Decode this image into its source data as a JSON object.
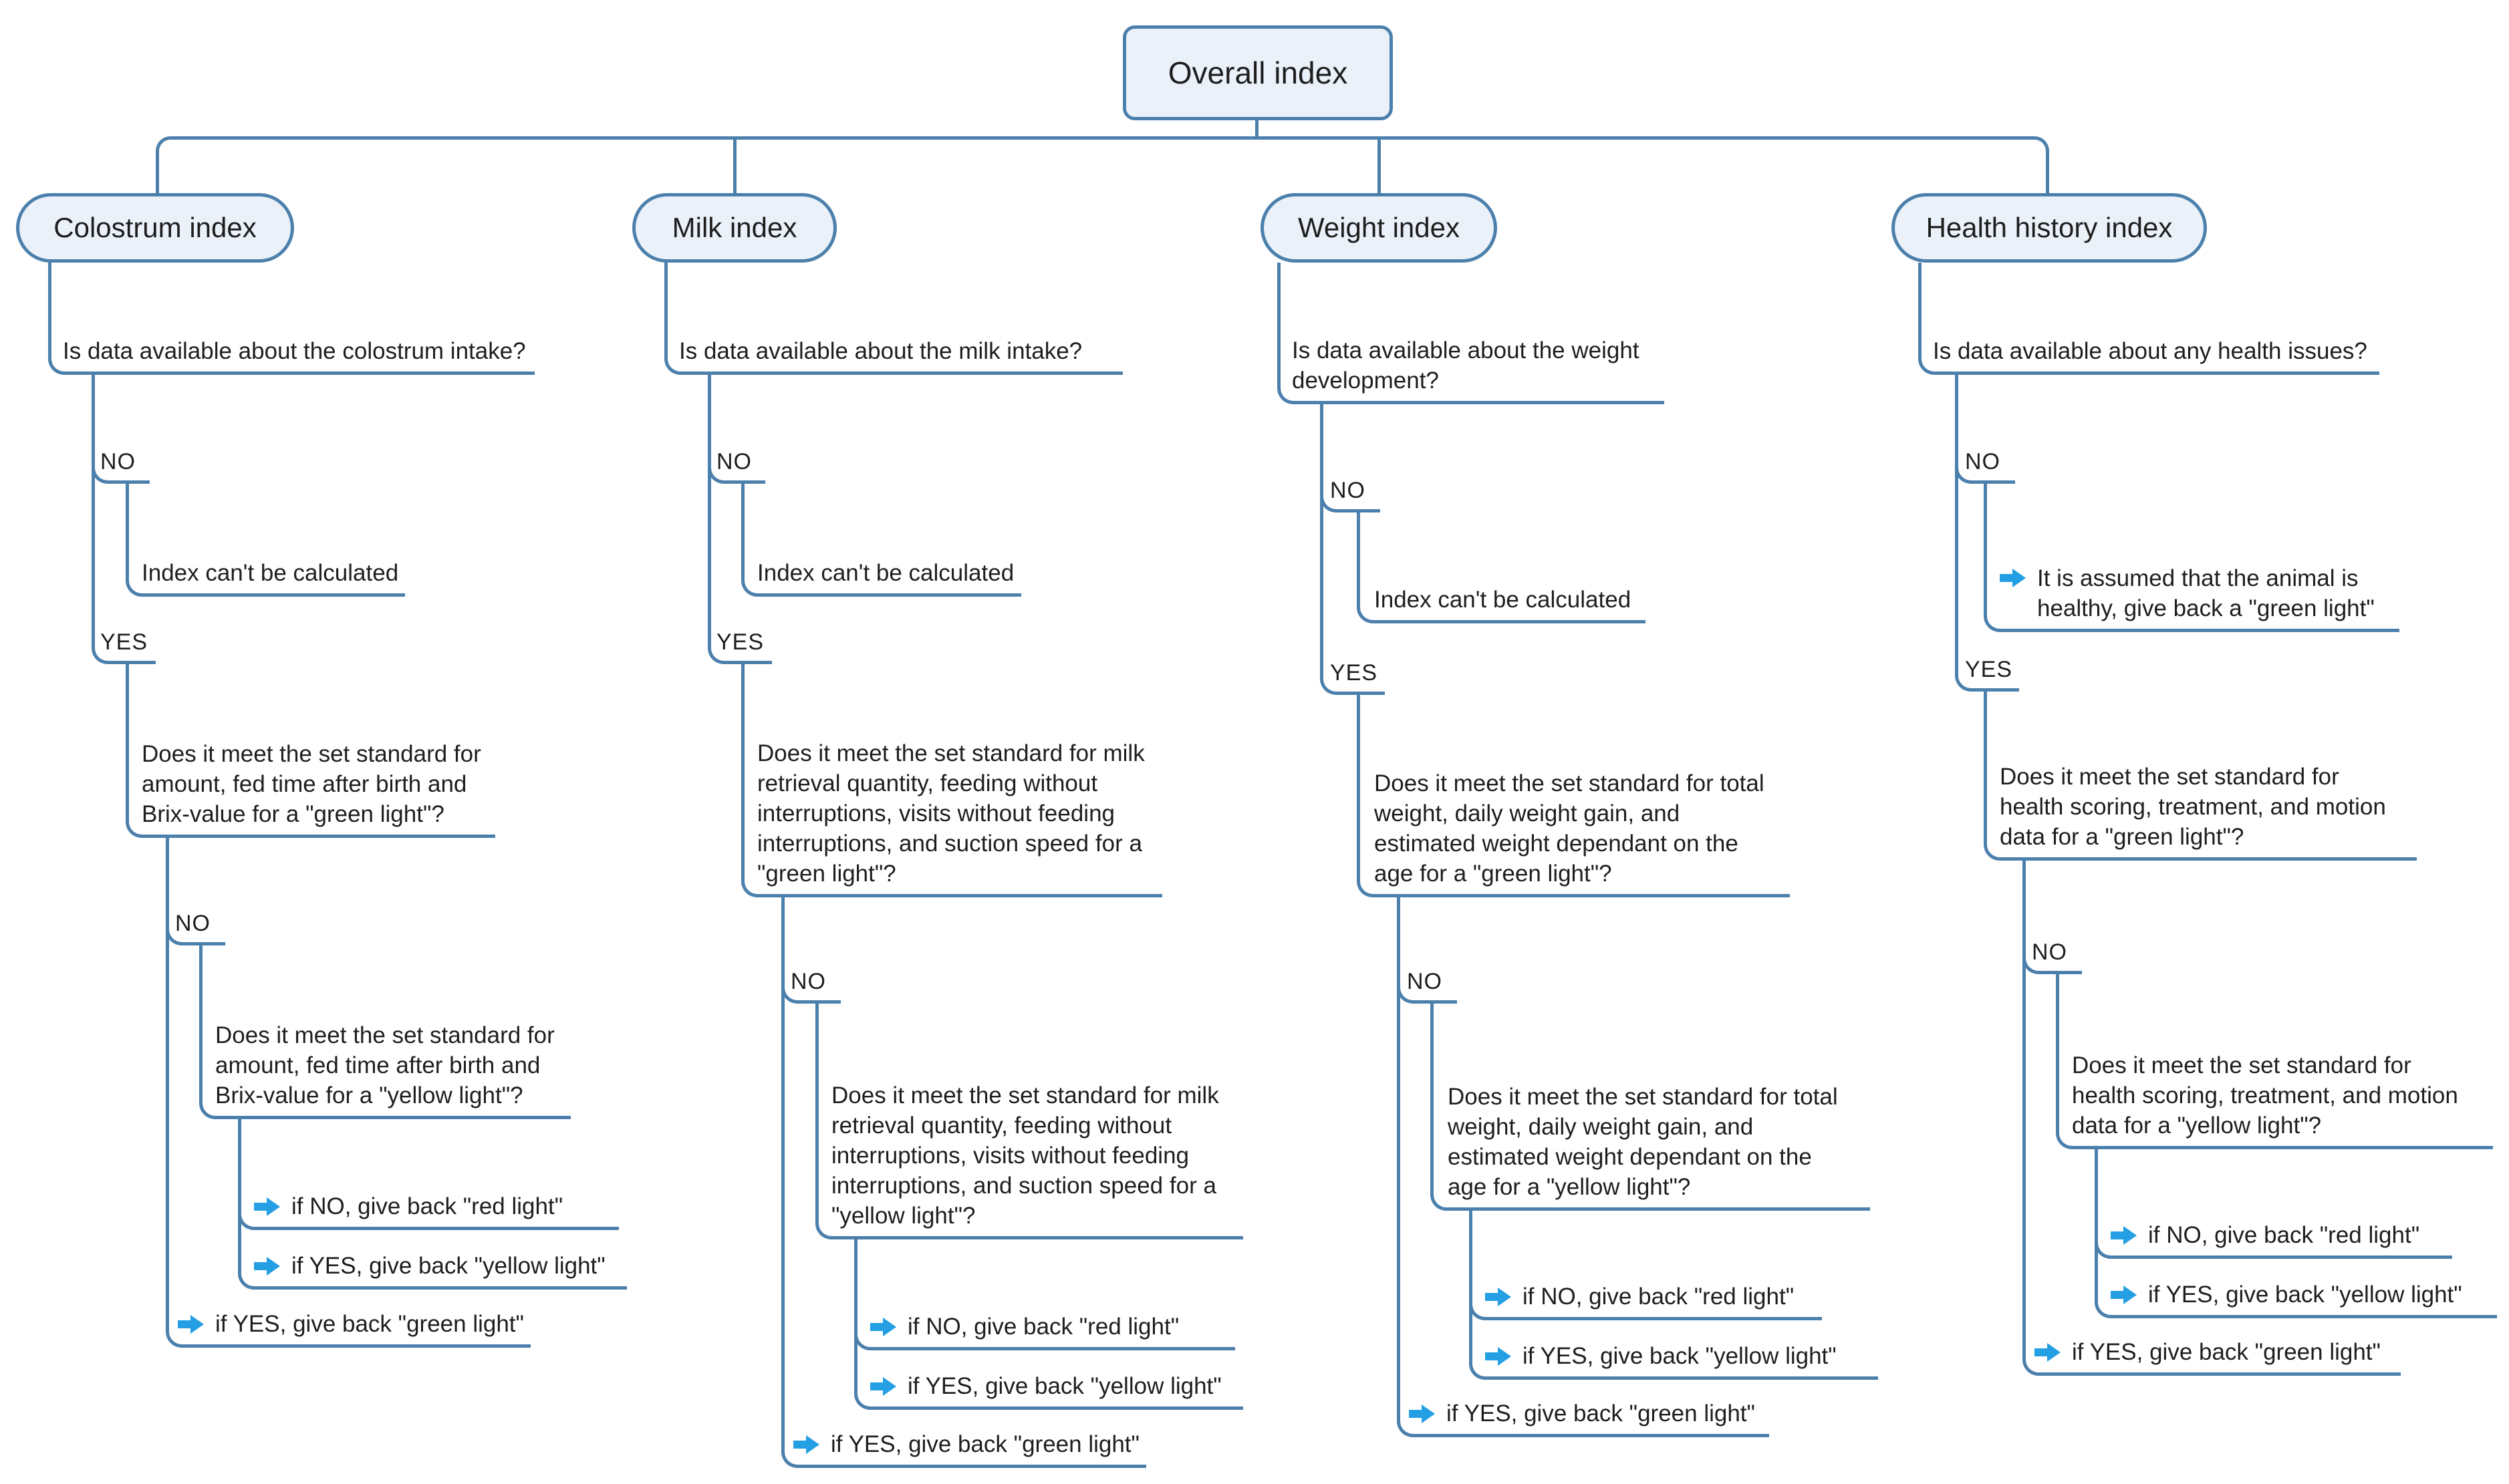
{
  "root": {
    "label": "Overall index"
  },
  "colors": {
    "line": "#4c80ac",
    "node_fill": "#eaf1f9",
    "node_border": "#4c80ac",
    "arrow": "#249fe3",
    "text": "#1e1e1e"
  },
  "icons": {
    "leaf_arrow": "right-arrow"
  },
  "branches": [
    {
      "label": "Colostrum index",
      "availability_question": "Is data available about the colostrum intake?",
      "no_label": "NO",
      "no_result": "Index can't be calculated",
      "yes_label": "YES",
      "green_question": "Does it meet the set standard for\namount, fed time after birth and\nBrix-value for a \"green light\"?",
      "no2_label": "NO",
      "yellow_question": "Does it meet the set standard for\namount, fed time after birth and\nBrix-value for a \"yellow light\"?",
      "red_leaf": "if NO, give back \"red light\"",
      "yellow_leaf": "if YES, give back \"yellow light\"",
      "green_leaf": "if YES, give back \"green light\""
    },
    {
      "label": "Milk index",
      "availability_question": "Is data available about the milk intake?",
      "no_label": "NO",
      "no_result": "Index can't be calculated",
      "yes_label": "YES",
      "green_question": "Does it meet the set standard for milk\nretrieval quantity, feeding without\ninterruptions, visits without feeding\ninterruptions, and suction speed for a\n\"green light\"?",
      "no2_label": "NO",
      "yellow_question": "Does it meet the set standard for milk\nretrieval quantity, feeding without\ninterruptions, visits without feeding\ninterruptions, and suction speed for a\n\"yellow light\"?",
      "red_leaf": "if NO, give back \"red light\"",
      "yellow_leaf": "if YES, give back \"yellow light\"",
      "green_leaf": "if YES, give back \"green light\""
    },
    {
      "label": "Weight index",
      "availability_question": "Is data available about the weight\ndevelopment?",
      "no_label": "NO",
      "no_result": "Index can't be calculated",
      "yes_label": "YES",
      "green_question": "Does it meet the set standard for total\nweight, daily weight gain, and\nestimated weight dependant on the\nage for a \"green light\"?",
      "no2_label": "NO",
      "yellow_question": "Does it meet the set standard for total\nweight, daily weight gain, and\nestimated weight dependant on the\nage for a \"yellow light\"?",
      "red_leaf": "if NO, give back \"red light\"",
      "yellow_leaf": "if YES, give back \"yellow light\"",
      "green_leaf": "if YES, give back \"green light\""
    },
    {
      "label": "Health history index",
      "availability_question": "Is data available about any health issues?",
      "no_label": "NO",
      "no_result": "It is assumed that the animal is\nhealthy, give back a \"green light\"",
      "yes_label": "YES",
      "green_question": "Does it meet the set standard for\nhealth scoring, treatment, and motion\ndata for a \"green light\"?",
      "no2_label": "NO",
      "yellow_question": "Does it meet the set standard for\nhealth scoring, treatment, and motion\ndata for a \"yellow light\"?",
      "red_leaf": "if NO, give back \"red light\"",
      "yellow_leaf": "if YES, give back \"yellow light\"",
      "green_leaf": "if YES, give back \"green light\""
    }
  ]
}
